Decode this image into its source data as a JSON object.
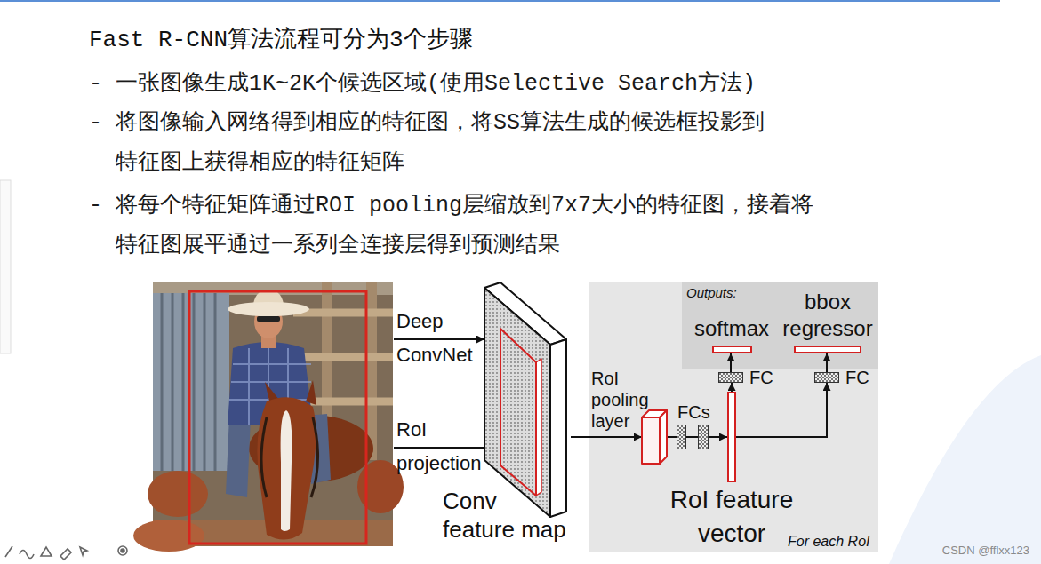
{
  "diagram": {
    "title": "Fast R-CNN算法流程可分为3个步骤",
    "nodes": [
      {
        "text": [
          "Conv feature map"
        ]
      },
      {
        "text": [
          "For each RoI"
        ]
      },
      {
        "text": [
          "RoI pooling layer"
        ],
        "in": 1
      },
      {
        "text": [
          "FCs"
        ],
        "in": 1
      },
      {
        "text": [
          "RoI feature vector"
        ],
        "in": 1
      },
      {
        "text": [
          "FC"
        ],
        "in": 1
      },
      {
        "text": [
          "FC"
        ],
        "in": 1
      },
      {
        "text": [
          "Outputs:"
        ],
        "in": 1
      },
      {
        "text": [
          "softmax"
        ],
        "in": 7
      },
      {
        "text": [
          "bbox regressor"
        ],
        "in": 7
      }
    ],
    "edges": [
      {
        "from": 0,
        "to": 2,
        "arrow": "to"
      },
      {
        "from": 2,
        "to": 3,
        "arrow": "none"
      },
      {
        "from": 3,
        "to": 4,
        "arrow": "to"
      },
      {
        "from": 4,
        "to": 5,
        "arrow": "to"
      },
      {
        "from": 4,
        "to": 6,
        "arrow": "to"
      },
      {
        "from": 5,
        "to": 8,
        "arrow": "to"
      },
      {
        "from": 6,
        "to": 9,
        "arrow": "to"
      }
    ],
    "labels": [
      "- 一张图像生成1K~2K个候选区域(使用Selective Search方法)",
      "- 将图像输入网络得到相应的特征图，将SS算法生成的候选框投影到 特征图上获得相应的特征矩阵",
      "- 将每个特征矩阵通过ROI pooling层缩放到7x7大小的特征图，接着将 特征图展平通过一系列全连接层得到预测结果",
      "Deep ConvNet",
      "RoI projection",
      "CSDN @fflxx123"
    ]
  }
}
